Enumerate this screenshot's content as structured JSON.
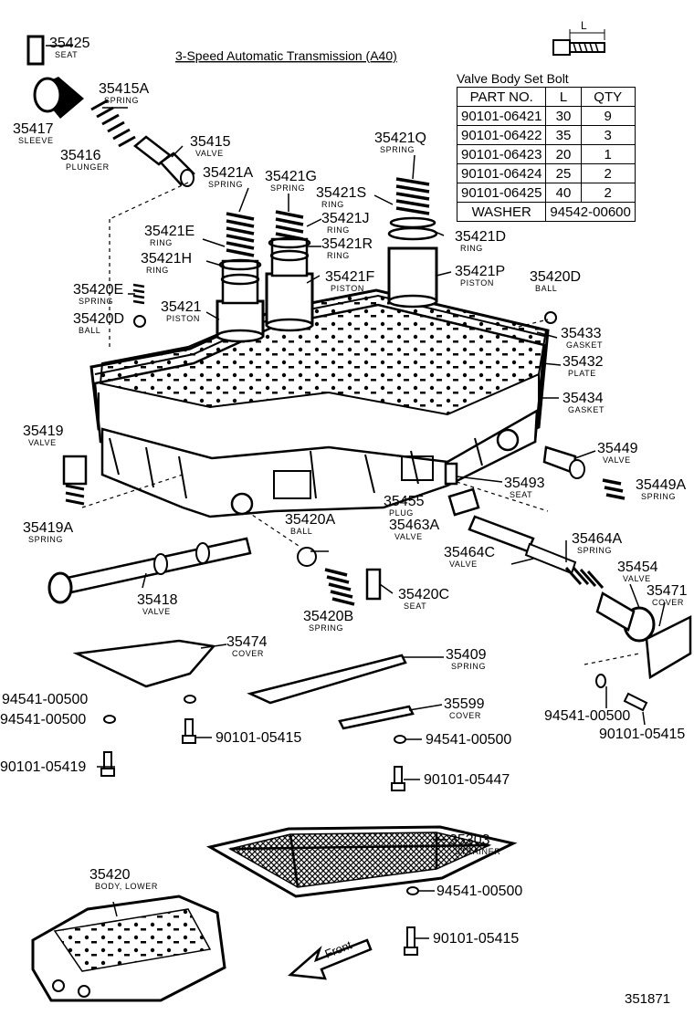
{
  "title": "3-Speed Automatic Transmission (A40)",
  "page_number": "351871",
  "front_label": "Front",
  "bolt_table": {
    "caption": "Valve Body Set Bolt",
    "dimension_label": "L",
    "headers": [
      "PART NO.",
      "L",
      "QTY"
    ],
    "rows": [
      [
        "90101-06421",
        "30",
        "9"
      ],
      [
        "90101-06422",
        "35",
        "3"
      ],
      [
        "90101-06423",
        "20",
        "1"
      ],
      [
        "90101-06424",
        "25",
        "2"
      ],
      [
        "90101-06425",
        "40",
        "2"
      ]
    ],
    "washer_label": "WASHER",
    "washer_part": "94542-00600"
  },
  "labels": [
    {
      "part": "35425",
      "name": "SEAT"
    },
    {
      "part": "35415A",
      "name": "SPRING"
    },
    {
      "part": "35417",
      "name": "SLEEVE"
    },
    {
      "part": "35416",
      "name": "PLUNGER"
    },
    {
      "part": "35415",
      "name": "VALVE"
    },
    {
      "part": "35421A",
      "name": "SPRING"
    },
    {
      "part": "35421G",
      "name": "SPRING"
    },
    {
      "part": "35421S",
      "name": "RING"
    },
    {
      "part": "35421Q",
      "name": "SPRING"
    },
    {
      "part": "35421E",
      "name": "RING"
    },
    {
      "part": "35421J",
      "name": "RING"
    },
    {
      "part": "35421H",
      "name": "RING"
    },
    {
      "part": "35421R",
      "name": "RING"
    },
    {
      "part": "35421D",
      "name": "RING"
    },
    {
      "part": "35421F",
      "name": "PISTON"
    },
    {
      "part": "35421P",
      "name": "PISTON"
    },
    {
      "part": "35420D",
      "name": "BALL"
    },
    {
      "part": "35420E",
      "name": "SPRING"
    },
    {
      "part": "35421",
      "name": "PISTON"
    },
    {
      "part": "35420D",
      "name": "BALL"
    },
    {
      "part": "35433",
      "name": "GASKET"
    },
    {
      "part": "35432",
      "name": "PLATE"
    },
    {
      "part": "35434",
      "name": "GASKET"
    },
    {
      "part": "35419",
      "name": "VALVE"
    },
    {
      "part": "35449",
      "name": "VALVE"
    },
    {
      "part": "35449A",
      "name": "SPRING"
    },
    {
      "part": "35493",
      "name": "SEAT"
    },
    {
      "part": "35455",
      "name": "PLUG"
    },
    {
      "part": "35463A",
      "name": "VALVE"
    },
    {
      "part": "35419A",
      "name": "SPRING"
    },
    {
      "part": "35420A",
      "name": "BALL"
    },
    {
      "part": "35464A",
      "name": "SPRING"
    },
    {
      "part": "35464C",
      "name": "VALVE"
    },
    {
      "part": "35454",
      "name": "VALVE"
    },
    {
      "part": "35471",
      "name": "COVER"
    },
    {
      "part": "35418",
      "name": "VALVE"
    },
    {
      "part": "35420C",
      "name": "SEAT"
    },
    {
      "part": "35420B",
      "name": "SPRING"
    },
    {
      "part": "35474",
      "name": "COVER"
    },
    {
      "part": "35409",
      "name": "SPRING"
    },
    {
      "part": "35599",
      "name": "COVER"
    },
    {
      "part": "94541-00500",
      "name": ""
    },
    {
      "part": "94541-00500",
      "name": ""
    },
    {
      "part": "90101-05415",
      "name": ""
    },
    {
      "part": "94541-00500",
      "name": ""
    },
    {
      "part": "94541-00500",
      "name": ""
    },
    {
      "part": "90101-05415",
      "name": ""
    },
    {
      "part": "90101-05419",
      "name": ""
    },
    {
      "part": "90101-05447",
      "name": ""
    },
    {
      "part": "35303",
      "name": "STRAINER"
    },
    {
      "part": "94541-00500",
      "name": ""
    },
    {
      "part": "35420",
      "name": "BODY, LOWER"
    },
    {
      "part": "90101-05415",
      "name": ""
    }
  ]
}
